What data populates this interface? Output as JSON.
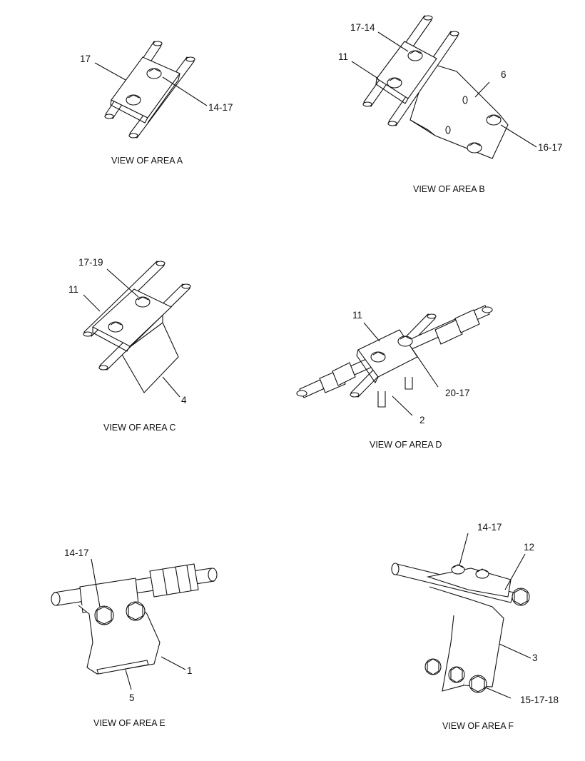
{
  "views": [
    {
      "id": "a",
      "caption": "VIEW OF AREA A",
      "labels": [
        "17",
        "14-17"
      ]
    },
    {
      "id": "b",
      "caption": "VIEW OF AREA B",
      "labels": [
        "17-14",
        "11",
        "6",
        "16-17"
      ]
    },
    {
      "id": "c",
      "caption": "VIEW OF AREA C",
      "labels": [
        "17-19",
        "11",
        "4"
      ]
    },
    {
      "id": "d",
      "caption": "VIEW OF AREA D",
      "labels": [
        "11",
        "20-17",
        "2"
      ]
    },
    {
      "id": "e",
      "caption": "VIEW OF AREA E",
      "labels": [
        "14-17",
        "1",
        "5"
      ]
    },
    {
      "id": "f",
      "caption": "VIEW OF AREA F",
      "labels": [
        "14-17",
        "12",
        "3",
        "15-17-18"
      ]
    }
  ]
}
